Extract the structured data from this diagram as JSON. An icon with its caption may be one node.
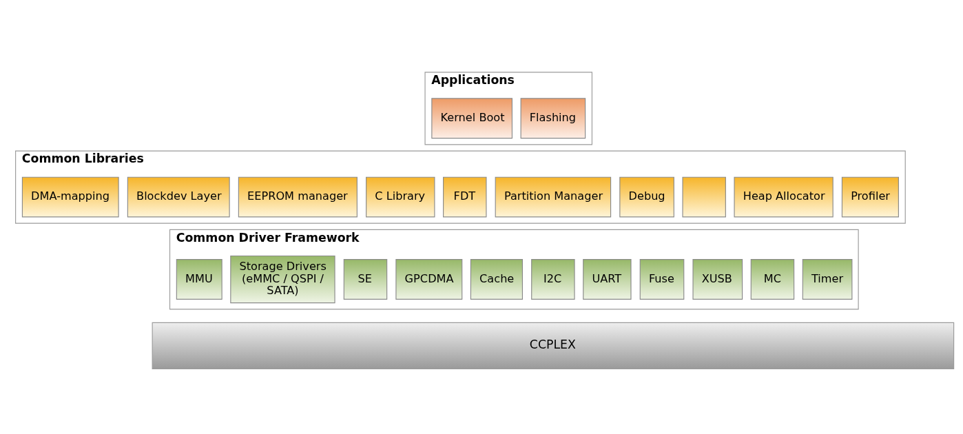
{
  "diagram": {
    "nodes": [
      {
        "text": [
          "Applications"
        ]
      },
      {
        "text": [
          "Kernel Boot"
        ],
        "in": 0
      },
      {
        "text": [
          "Flashing"
        ],
        "in": 0
      },
      {
        "text": [
          "Common Libraries"
        ]
      },
      {
        "text": [
          "DMA-mapping"
        ],
        "in": 3
      },
      {
        "text": [
          "Blockdev Layer"
        ],
        "in": 3
      },
      {
        "text": [
          "EEPROM manager"
        ],
        "in": 3
      },
      {
        "text": [
          "C Library"
        ],
        "in": 3
      },
      {
        "text": [
          "FDT"
        ],
        "in": 3
      },
      {
        "text": [
          "Partition Manager"
        ],
        "in": 3
      },
      {
        "text": [
          "Debug"
        ],
        "in": 3
      },
      {
        "text": [],
        "shape": "box",
        "in": 3
      },
      {
        "text": [
          "Heap Allocator"
        ],
        "in": 3
      },
      {
        "text": [
          "Profiler"
        ],
        "in": 3
      },
      {
        "text": [
          "Common Driver Framework"
        ]
      },
      {
        "text": [
          "MMU"
        ],
        "in": 14
      },
      {
        "text": [
          "Storage Drivers (eMMC / QSPI / SATA)"
        ],
        "in": 14
      },
      {
        "text": [
          "SE"
        ],
        "in": 14
      },
      {
        "text": [
          "GPCDMA"
        ],
        "in": 14
      },
      {
        "text": [
          "Cache"
        ],
        "in": 14
      },
      {
        "text": [
          "I2C"
        ],
        "in": 14
      },
      {
        "text": [
          "UART"
        ],
        "in": 14
      },
      {
        "text": [
          "Fuse"
        ],
        "in": 14
      },
      {
        "text": [
          "XUSB"
        ],
        "in": 14
      },
      {
        "text": [
          "MC"
        ],
        "in": 14
      },
      {
        "text": [
          "Timer"
        ],
        "in": 14
      },
      {
        "text": [
          "CCPLEX"
        ]
      }
    ],
    "edges": []
  }
}
